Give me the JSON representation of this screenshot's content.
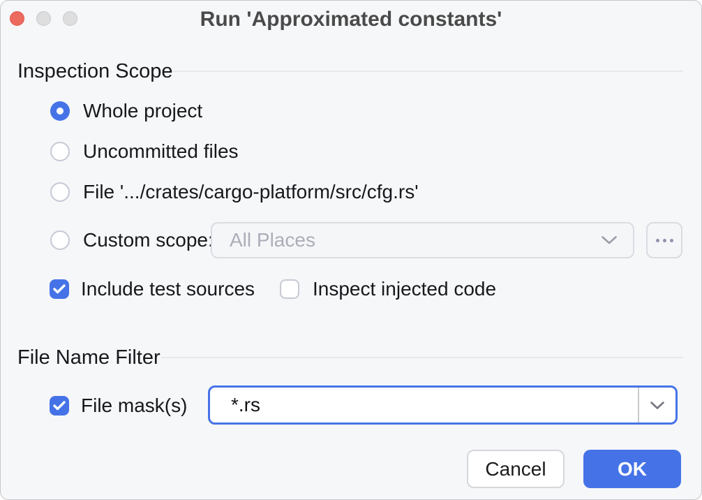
{
  "window": {
    "title": "Run 'Approximated constants'"
  },
  "colors": {
    "accent": "#4573E7",
    "dialog_bg": "#F6F7F9",
    "disabled_text": "#ABAEB9",
    "close_button_red": "#ED6A5E"
  },
  "inspection_scope": {
    "title": "Inspection Scope",
    "options": [
      {
        "label": "Whole project",
        "selected": true
      },
      {
        "label": "Uncommitted files",
        "selected": false
      },
      {
        "label": "File '.../crates/cargo-platform/src/cfg.rs'",
        "selected": false
      },
      {
        "label": "Custom scope:",
        "selected": false
      }
    ],
    "custom_scope_select": {
      "value": "All Places",
      "disabled": true
    },
    "include_test_sources": {
      "label": "Include test sources",
      "checked": true
    },
    "inspect_injected_code": {
      "label": "Inspect injected code",
      "checked": false
    }
  },
  "file_name_filter": {
    "title": "File Name Filter",
    "file_masks": {
      "label": "File mask(s)",
      "checked": true
    },
    "mask_combo": {
      "value": "*.rs",
      "focused": true
    }
  },
  "footer": {
    "cancel_label": "Cancel",
    "ok_label": "OK"
  }
}
